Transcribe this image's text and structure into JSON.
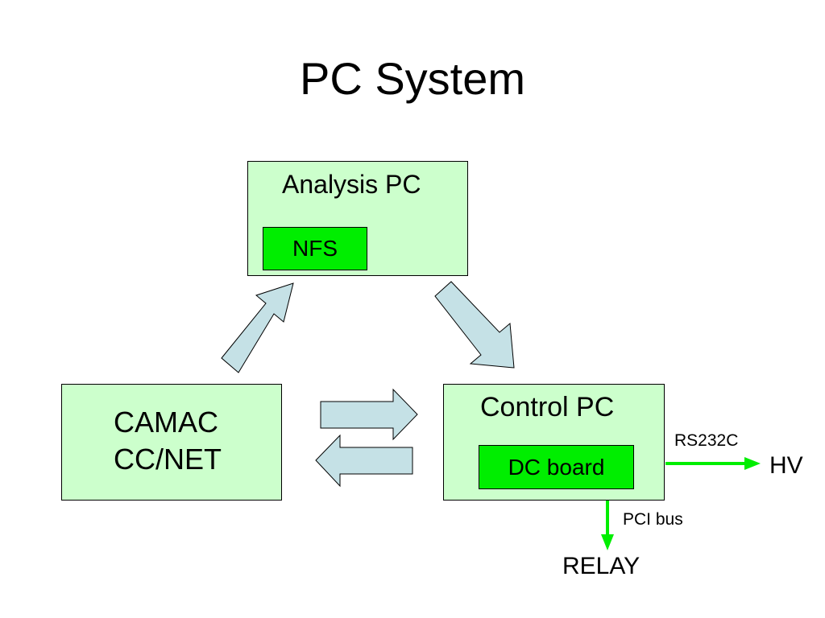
{
  "slide": {
    "title": "PC System"
  },
  "nodes": {
    "analysis_pc": {
      "label": "Analysis PC",
      "inner_label": "NFS"
    },
    "camac": {
      "line1": "CAMAC",
      "line2": "CC/NET"
    },
    "control_pc": {
      "label": "Control PC",
      "inner_label": "DC board"
    },
    "hv": {
      "label": "HV"
    },
    "relay": {
      "label": "RELAY"
    }
  },
  "connections": {
    "rs232c": {
      "label": "RS232C"
    },
    "pci_bus": {
      "label": "PCI bus"
    }
  },
  "colors": {
    "box_fill": "#ccffcc",
    "inner_fill": "#00ee00",
    "block_arrow_fill": "#c5e1e6",
    "line_arrow": "#00ee00"
  }
}
